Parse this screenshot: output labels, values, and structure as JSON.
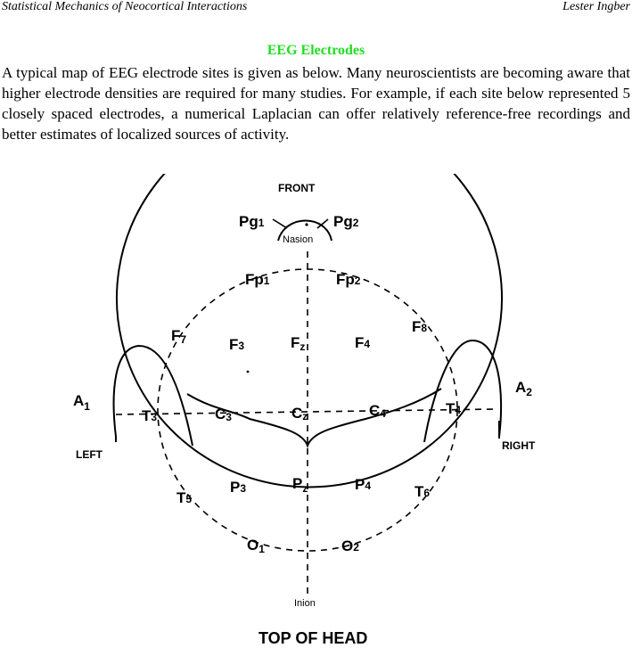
{
  "header": {
    "left": "Statistical Mechanics of Neocortical Interactions",
    "right": "Lester Ingber"
  },
  "section": {
    "title": "EEG Electrodes",
    "paragraph": "A typical map of EEG electrode sites is given as below.  Many neuroscientists are becoming aware that higher electrode densities are required for many studies.  For example, if each site below represented 5 closely spaced electrodes, a numerical Laplacian can offer relatively reference-free recordings and better estimates of localized sources of activity."
  },
  "diagram": {
    "front": "FRONT",
    "nasion": "Nasion",
    "inion": "Inion",
    "left": "LEFT",
    "right": "RIGHT",
    "caption": "TOP OF HEAD",
    "electrodes": {
      "pg1": {
        "base": "Pg",
        "sub": "1"
      },
      "pg2": {
        "base": "Pg",
        "sub": "2"
      },
      "fp1": {
        "base": "Fp",
        "sub": "1"
      },
      "fp2": {
        "base": "Fp",
        "sub": "2"
      },
      "f7": {
        "base": "F",
        "sub": "7"
      },
      "f3": {
        "base": "F",
        "sub": "3"
      },
      "fz": {
        "base": "F",
        "sub": "z"
      },
      "f4": {
        "base": "F",
        "sub": "4"
      },
      "f8": {
        "base": "F",
        "sub": "8"
      },
      "a1": {
        "base": "A",
        "sub": "1"
      },
      "t3": {
        "base": "T",
        "sub": "3"
      },
      "c3": {
        "base": "C",
        "sub": "3"
      },
      "cz": {
        "base": "C",
        "sub": "z"
      },
      "c4": {
        "base": "C",
        "sub": "4"
      },
      "t4": {
        "base": "T",
        "sub": "4"
      },
      "a2": {
        "base": "A",
        "sub": "2"
      },
      "t5": {
        "base": "T",
        "sub": "5"
      },
      "p3": {
        "base": "P",
        "sub": "3"
      },
      "pz": {
        "base": "P",
        "sub": "z"
      },
      "p4": {
        "base": "P",
        "sub": "4"
      },
      "t6": {
        "base": "T",
        "sub": "6"
      },
      "o1": {
        "base": "O",
        "sub": "1"
      },
      "o2": {
        "base": "O",
        "sub": "2"
      }
    }
  }
}
